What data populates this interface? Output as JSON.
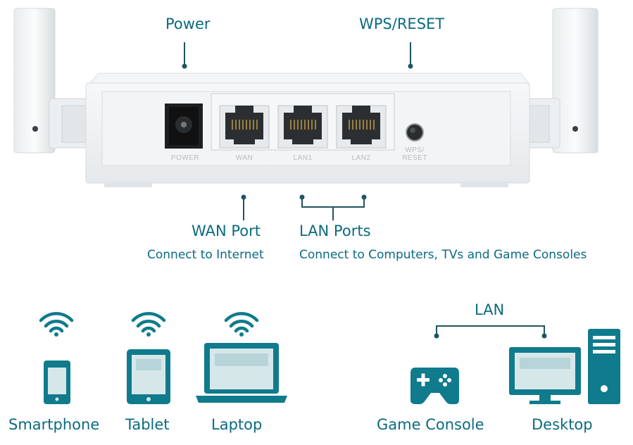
{
  "callouts": {
    "power": "Power",
    "wps_reset": "WPS/RESET",
    "wan_port": "WAN Port",
    "wan_desc": "Connect to Internet",
    "lan_ports": "LAN Ports",
    "lan_desc": "Connect to Computers, TVs and Game Consoles"
  },
  "router_labels": {
    "power": "POWER",
    "wan": "WAN",
    "lan1": "LAN1",
    "lan2": "LAN2",
    "wps_line1": "WPS/",
    "wps_line2": "RESET"
  },
  "devices": {
    "wireless": [
      "Smartphone",
      "Tablet",
      "Laptop"
    ],
    "wired_group_label": "LAN",
    "wired": [
      "Game Console",
      "Desktop"
    ]
  },
  "colors": {
    "accent": "#0a6b80",
    "icon": "#0f7b8c",
    "line": "#1f5561"
  }
}
